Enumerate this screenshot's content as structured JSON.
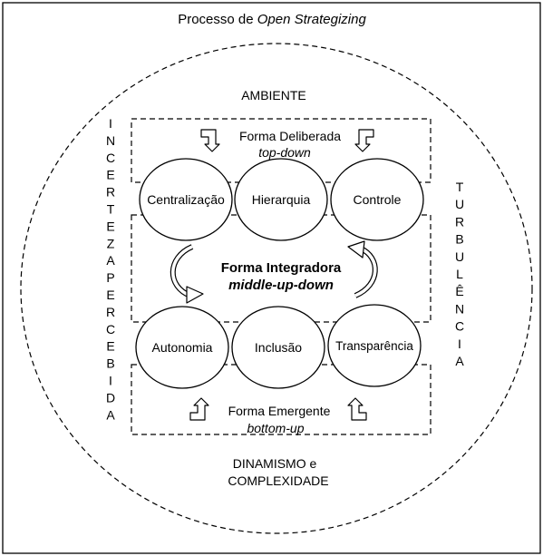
{
  "title": {
    "prefix": "Processo de ",
    "italic": "Open Strategizing"
  },
  "environment": "AMBIENTE",
  "bottom_label": {
    "line1": "DINAMISMO e",
    "line2": "COMPLEXIDADE"
  },
  "left_vertical": [
    "I",
    "N",
    "C",
    "E",
    "R",
    "T",
    "E",
    "Z",
    "A",
    "P",
    "E",
    "R",
    "C",
    "E",
    "B",
    "I",
    "D",
    "A"
  ],
  "right_vertical": [
    "T",
    "U",
    "R",
    "B",
    "U",
    "L",
    "Ê",
    "N",
    "C",
    "I",
    "A"
  ],
  "deliberate": {
    "label": "Forma Deliberada",
    "sub": "top-down"
  },
  "integrative": {
    "label": "Forma Integradora",
    "sub": "middle-up-down"
  },
  "emergent": {
    "label": "Forma Emergente",
    "sub": "bottom-up"
  },
  "top_circles": [
    "Centralização",
    "Hierarquia",
    "Controle"
  ],
  "bottom_circles": [
    "Autonomia",
    "Inclusão",
    "Transparência"
  ]
}
